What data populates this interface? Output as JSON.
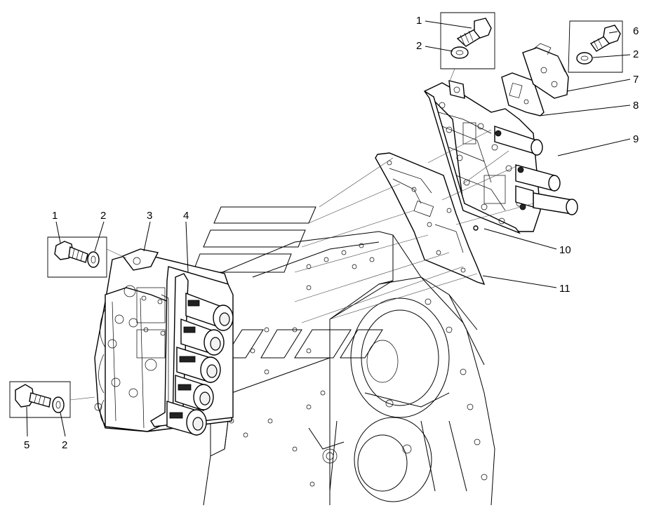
{
  "diagram": {
    "callouts": [
      {
        "id": "c1-top",
        "label": "1"
      },
      {
        "id": "c2-top",
        "label": "2"
      },
      {
        "id": "c6",
        "label": "6"
      },
      {
        "id": "c2-right",
        "label": "2"
      },
      {
        "id": "c7",
        "label": "7"
      },
      {
        "id": "c8",
        "label": "8"
      },
      {
        "id": "c9",
        "label": "9"
      },
      {
        "id": "c10",
        "label": "10"
      },
      {
        "id": "c11",
        "label": "11"
      },
      {
        "id": "c1-left",
        "label": "1"
      },
      {
        "id": "c2-left",
        "label": "2"
      },
      {
        "id": "c3",
        "label": "3"
      },
      {
        "id": "c4",
        "label": "4"
      },
      {
        "id": "c5",
        "label": "5"
      },
      {
        "id": "c2-bottom",
        "label": "2"
      }
    ]
  }
}
